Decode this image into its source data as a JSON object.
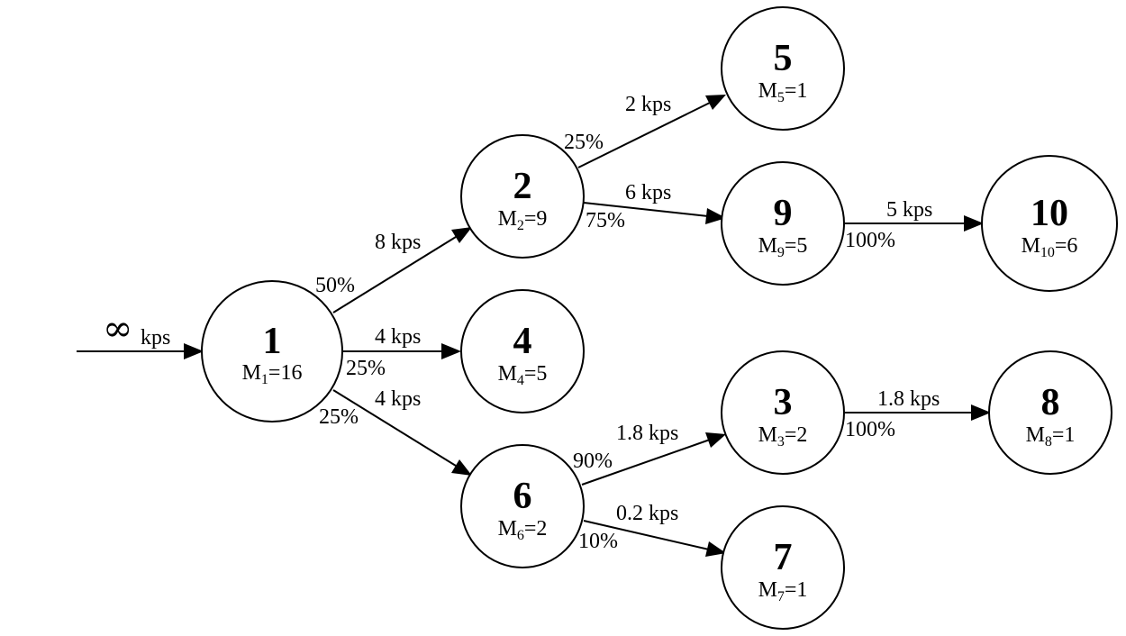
{
  "input": {
    "symbol": "∞",
    "unit": "kps"
  },
  "nodes": [
    {
      "id": "1",
      "mem_prefix": "M",
      "mem_sub": "1",
      "mem_value": "=16"
    },
    {
      "id": "2",
      "mem_prefix": "M",
      "mem_sub": "2",
      "mem_value": "=9"
    },
    {
      "id": "3",
      "mem_prefix": "M",
      "mem_sub": "3",
      "mem_value": "=2"
    },
    {
      "id": "4",
      "mem_prefix": "M",
      "mem_sub": "4",
      "mem_value": "=5"
    },
    {
      "id": "5",
      "mem_prefix": "M",
      "mem_sub": "5",
      "mem_value": "=1"
    },
    {
      "id": "6",
      "mem_prefix": "M",
      "mem_sub": "6",
      "mem_value": "=2"
    },
    {
      "id": "7",
      "mem_prefix": "M",
      "mem_sub": "7",
      "mem_value": "=1"
    },
    {
      "id": "8",
      "mem_prefix": "M",
      "mem_sub": "8",
      "mem_value": "=1"
    },
    {
      "id": "9",
      "mem_prefix": "M",
      "mem_sub": "9",
      "mem_value": "=5"
    },
    {
      "id": "10",
      "mem_prefix": "M",
      "mem_sub": "10",
      "mem_value": "=6"
    }
  ],
  "edges": [
    {
      "from": "1",
      "to": "2",
      "rate": "8 kps",
      "pct": "50%"
    },
    {
      "from": "1",
      "to": "4",
      "rate": "4 kps",
      "pct": "25%"
    },
    {
      "from": "1",
      "to": "6",
      "rate": "4 kps",
      "pct": "25%"
    },
    {
      "from": "2",
      "to": "5",
      "rate": "2 kps",
      "pct": "25%"
    },
    {
      "from": "2",
      "to": "9",
      "rate": "6 kps",
      "pct": "75%"
    },
    {
      "from": "9",
      "to": "10",
      "rate": "5 kps",
      "pct": "100%"
    },
    {
      "from": "6",
      "to": "3",
      "rate": "1.8 kps",
      "pct": "90%"
    },
    {
      "from": "6",
      "to": "7",
      "rate": "0.2 kps",
      "pct": "10%"
    },
    {
      "from": "3",
      "to": "8",
      "rate": "1.8 kps",
      "pct": "100%"
    }
  ]
}
